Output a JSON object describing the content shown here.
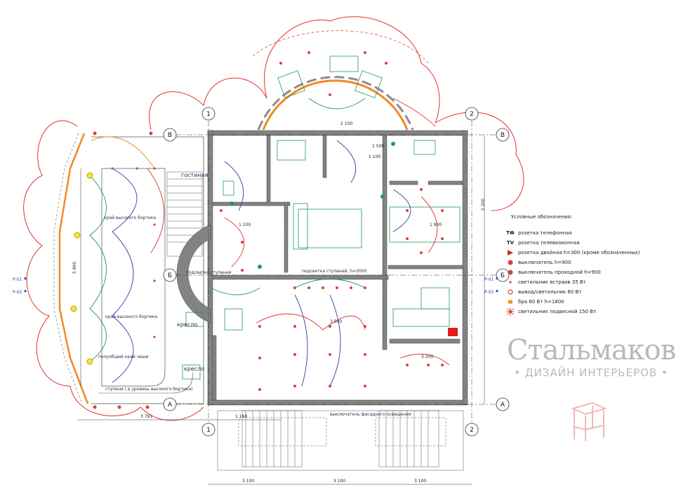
{
  "rooms": {
    "living": "гостиная",
    "armchair1": "кресло",
    "armchair2": "кресло",
    "bay_note": "подсветка ступеней",
    "corridor_note": "подсветка ступеней, h=2000",
    "terrace_note1": "край высокого бортика",
    "terrace_note2": "край высокого бортика",
    "terrace_note3": "полуобщий край чаши",
    "terrace_note4": "ступени ( в уровень высокого бортика)",
    "bottom_note": "выключатель фасадного освещения"
  },
  "axes": {
    "col1": "1",
    "col2": "2",
    "rowA": "А",
    "rowB": "Б",
    "rowV": "В"
  },
  "dims": {
    "d1": "3 791",
    "d2": "1 160",
    "d3": "3 100",
    "d4": "3 100",
    "d5": "3 100",
    "d6": "1 500",
    "d7": "1 100",
    "d8": "2 100",
    "d9": "1 100",
    "d10": "3 500",
    "d11": "3 200",
    "d12": "5 900",
    "d13": "1 900",
    "d14": "2 200"
  },
  "side_marks": {
    "left1": "Р-01",
    "left2": "Р-02",
    "right1": "Р-01",
    "right2": "Р-02"
  },
  "legend": {
    "title": "Условные обозначения:",
    "items": [
      {
        "sym": "ТФ",
        "text": "розетка телефонная"
      },
      {
        "sym": "TV",
        "text": "розетка телевизионная"
      },
      {
        "sym": "",
        "text": "розетка двойная h=300 (кроме обозначенных)"
      },
      {
        "sym": "",
        "text": "выключатель h=900"
      },
      {
        "sym": "",
        "text": "выключатель проходной h=900"
      },
      {
        "sym": "",
        "text": "светильник встраив 35 Вт"
      },
      {
        "sym": "",
        "text": "вывод/светильник 60 Вт"
      },
      {
        "sym": "",
        "text": "бра 60 Вт h=1800"
      },
      {
        "sym": "",
        "text": "светильник подвесной 150 Вт"
      }
    ]
  },
  "brand": {
    "name": "Стальмаков",
    "subtitle": "ДИЗАЙН ИНТЕРЬЕРОВ"
  },
  "colors": {
    "wall": "#6b6b6b",
    "wire_red": "#e0312f",
    "wire_blue": "#2c3ea8",
    "wire_green": "#1f9a5a",
    "wire_orange": "#f08a24",
    "fixture": "#d8423a",
    "brand_gray": "#b9b9b9"
  }
}
